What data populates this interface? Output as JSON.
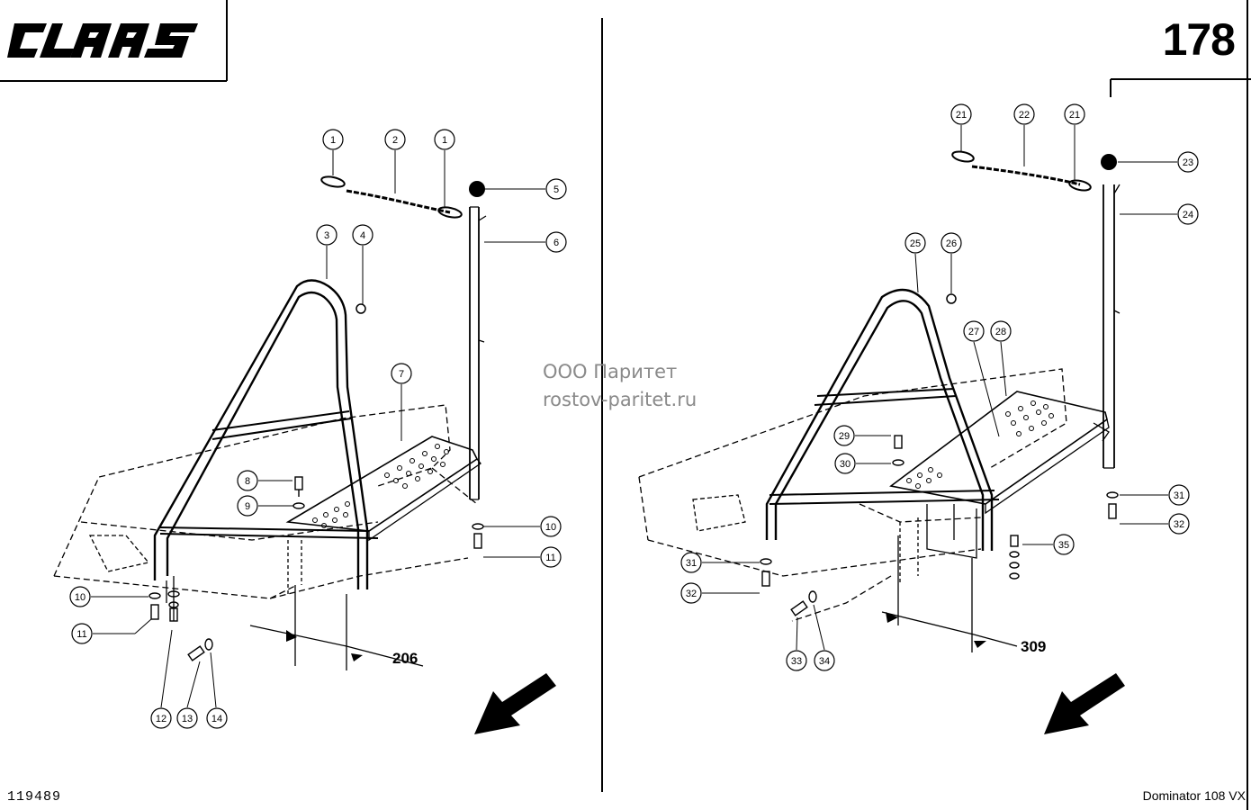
{
  "header": {
    "brand": "CLAAS",
    "page_number": "178"
  },
  "watermark": {
    "line1": "ООО Паритет",
    "line2": "rostov-paritet.ru"
  },
  "footer": {
    "doc_id": "119489",
    "model": "Dominator 108 VX"
  },
  "left_view": {
    "callouts": [
      "1",
      "2",
      "1",
      "5",
      "3",
      "4",
      "6",
      "7",
      "8",
      "9",
      "10",
      "11",
      "10",
      "11",
      "12",
      "13",
      "14"
    ],
    "reference": "206"
  },
  "right_view": {
    "callouts": [
      "21",
      "22",
      "21",
      "23",
      "24",
      "25",
      "26",
      "27",
      "28",
      "29",
      "30",
      "31",
      "32",
      "31",
      "32",
      "35",
      "33",
      "34"
    ],
    "reference": "309"
  }
}
